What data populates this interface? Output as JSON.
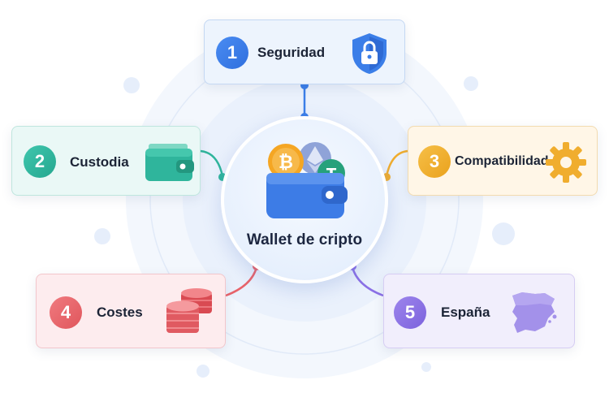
{
  "center": {
    "label": "Wallet de cripto"
  },
  "items": [
    {
      "number": "1",
      "label": "Seguridad",
      "icon": "shield-lock-icon",
      "color": "#3b7ee8"
    },
    {
      "number": "2",
      "label": "Custodia",
      "icon": "wallet-icon",
      "color": "#2fb59c"
    },
    {
      "number": "3",
      "label": "Compatibilidad",
      "icon": "gear-icon",
      "color": "#f0ad2e"
    },
    {
      "number": "4",
      "label": "Costes",
      "icon": "coin-stack-icon",
      "color": "#e8636a"
    },
    {
      "number": "5",
      "label": "España",
      "icon": "spain-map-icon",
      "color": "#8b70e6"
    }
  ],
  "colors": {
    "blue": "#3b7ee8",
    "teal": "#2fb59c",
    "amber": "#f0ad2e",
    "red": "#e8636a",
    "purple": "#8b70e6",
    "text": "#1c2436"
  }
}
